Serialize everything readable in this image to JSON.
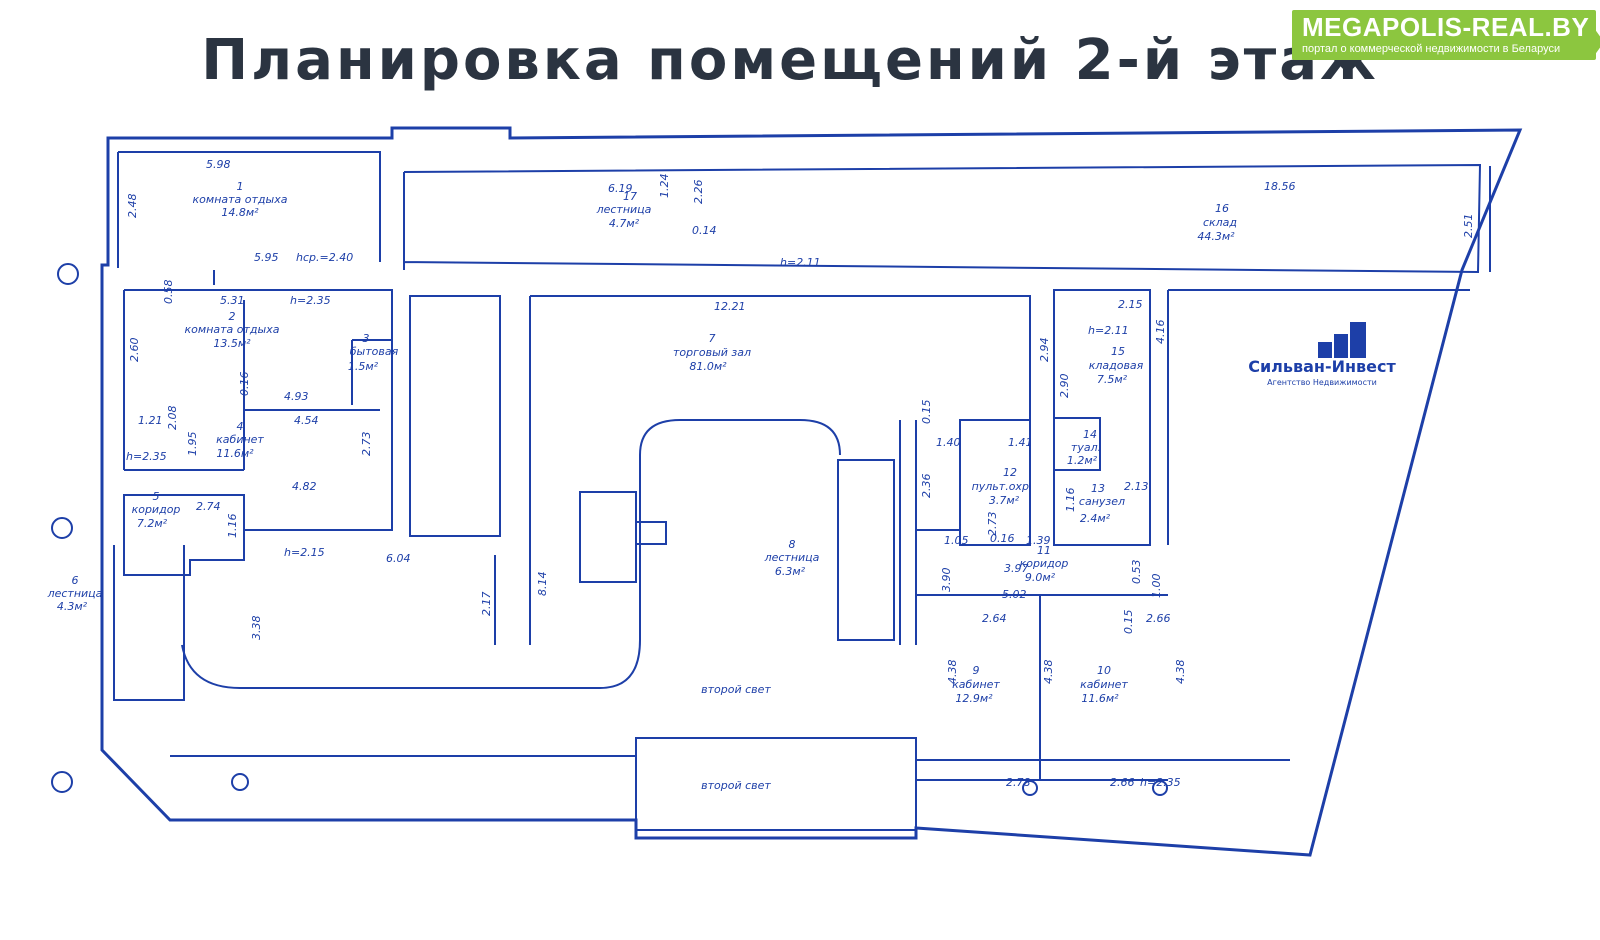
{
  "header": {
    "title": "Планировка помещений 2-й этаж"
  },
  "badge": {
    "site": "MEGAPOLIS-REAL.BY",
    "tagline": "портал о коммерческой недвижимости в Беларуси",
    "color": "#8cc63f"
  },
  "logo": {
    "name": "Сильван-Инвест",
    "subtitle": "Агентство Недвижимости",
    "color": "#1d3fa8"
  },
  "plan": {
    "line_color": "#1d3fa8",
    "rooms": [
      {
        "num": "1",
        "name": "комната отдыха",
        "area": "14.8м²"
      },
      {
        "num": "2",
        "name": "комната отдыха",
        "area": "13.5м²"
      },
      {
        "num": "3",
        "name": "бытовая",
        "area": "1.5м²"
      },
      {
        "num": "4",
        "name": "кабинет",
        "area": "11.6м²"
      },
      {
        "num": "5",
        "name": "коридор",
        "area": "7.2м²"
      },
      {
        "num": "6",
        "name": "лестница",
        "area": "4.3м²"
      },
      {
        "num": "7",
        "name": "торговый зал",
        "area": "81.0м²"
      },
      {
        "num": "8",
        "name": "лестница",
        "area": "6.3м²"
      },
      {
        "num": "9",
        "name": "кабинет",
        "area": "12.9м²"
      },
      {
        "num": "10",
        "name": "кабинет",
        "area": "11.6м²"
      },
      {
        "num": "11",
        "name": "коридор",
        "area": "9.0м²"
      },
      {
        "num": "12",
        "name": "пульт.охр.",
        "area": "3.7м²"
      },
      {
        "num": "13",
        "name": "санузел",
        "area": "2.4м²"
      },
      {
        "num": "14",
        "name": "туал.",
        "area": "1.2м²"
      },
      {
        "num": "15",
        "name": "кладовая",
        "area": "7.5м²"
      },
      {
        "num": "16",
        "name": "склад",
        "area": "44.3м²"
      },
      {
        "num": "17",
        "name": "лестница",
        "area": "4.7м²"
      }
    ],
    "second_light": "второй свет",
    "dimensions": [
      "5.98",
      "2.48",
      "5.95",
      "hср.=2.40",
      "0.58",
      "5.31",
      "h=2.35",
      "2.60",
      "0.16",
      "4.93",
      "4.54",
      "1.21",
      "2.08",
      "1.95",
      "2.73",
      "4.82",
      "h=2.35",
      "2.74",
      "1.16",
      "h=2.15",
      "6.04",
      "3.38",
      "2.17",
      "8.14",
      "6.19",
      "1.24",
      "2.26",
      "0.14",
      "18.56",
      "2.51",
      "h=2.11",
      "12.21",
      "2.94",
      "0.15",
      "1.40",
      "1.41",
      "2.36",
      "1.05",
      "2.73",
      "0.16",
      "1.39",
      "3.90",
      "3.97",
      "5.02",
      "2.64",
      "0.53",
      "1.00",
      "0.15",
      "2.66",
      "4.38",
      "4.38",
      "4.38",
      "2.78",
      "2.66",
      "h=2.35",
      "2.15",
      "h=2.11",
      "4.16",
      "2.90",
      "1.16",
      "2.13"
    ]
  }
}
